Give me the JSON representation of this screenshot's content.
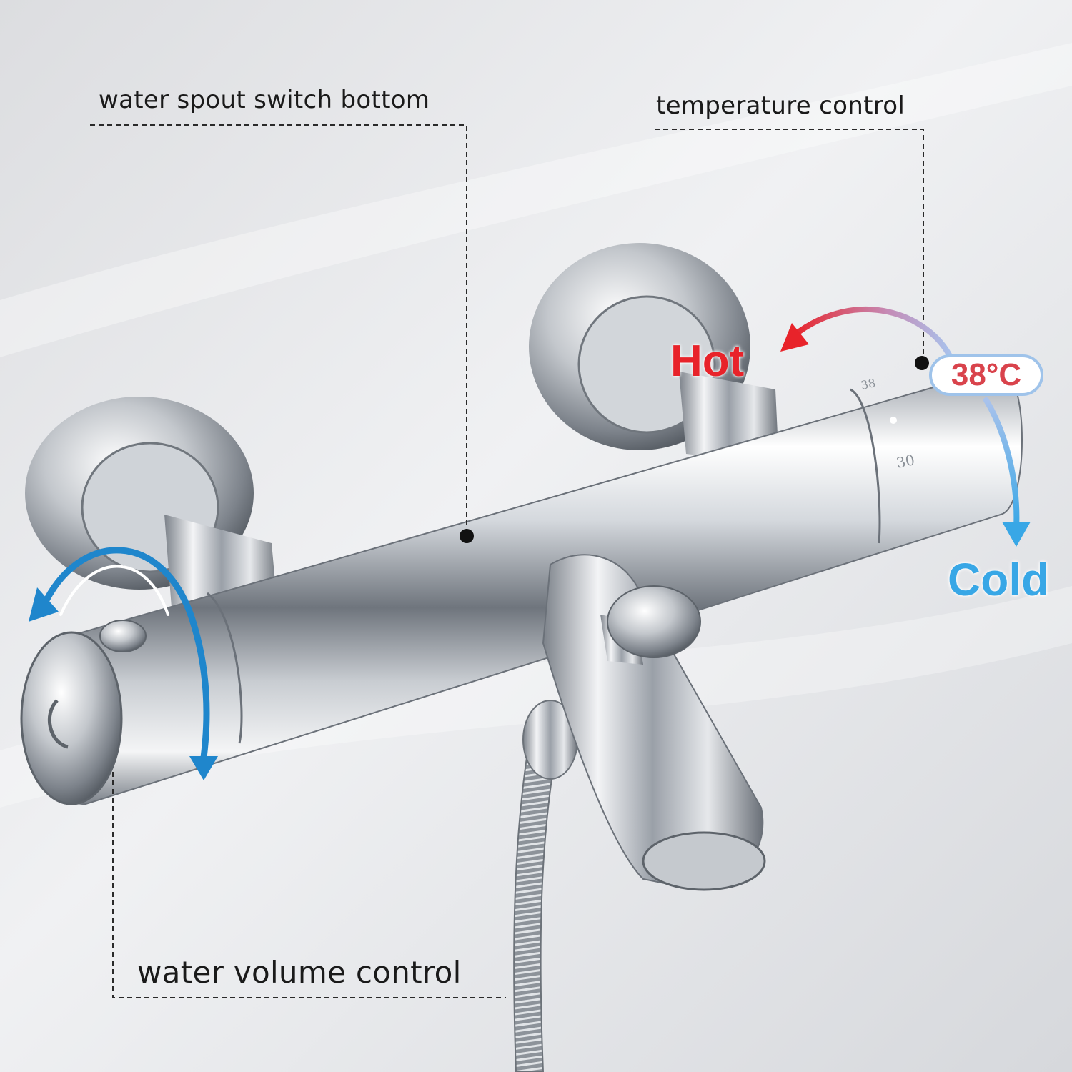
{
  "labels": {
    "spout_switch": "water spout switch bottom",
    "temperature": "temperature control",
    "volume": "water volume control"
  },
  "indicators": {
    "hot": "Hot",
    "cold": "Cold",
    "temperature_value": "38°C"
  },
  "scale_marks": {
    "upper": "38",
    "lower": "30"
  },
  "colors": {
    "hot": "#e8232a",
    "cold": "#38a7e6",
    "rotation_arrow": "#1f86cc",
    "badge_border": "#9fc3ea"
  }
}
